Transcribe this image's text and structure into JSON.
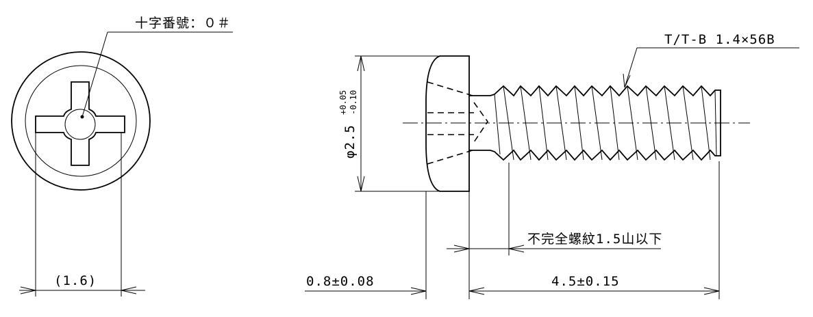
{
  "labels": {
    "cross_recess": "十字番號：０＃",
    "thread_spec": "T/T-B 1.4×56B",
    "incomplete_thread": "不完全螺紋1.5山以下",
    "head_diameter_main": "φ2.5",
    "head_diameter_tol_upper": "+0.05",
    "head_diameter_tol_lower": "-0.10",
    "recess_width": "(1.6)",
    "head_height": "0.8±0.08",
    "screw_length": "4.5±0.15"
  },
  "colors": {
    "line": "#000000",
    "background": "#ffffff"
  }
}
